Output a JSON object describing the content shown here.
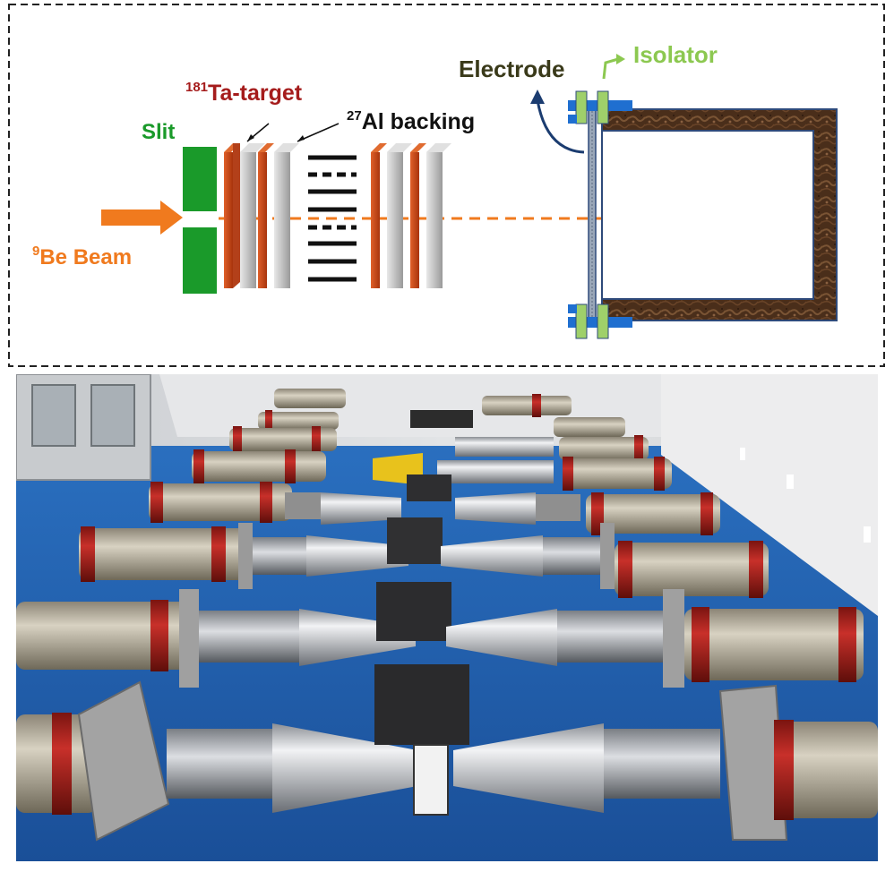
{
  "diagram": {
    "labels": {
      "slit": "Slit",
      "target_mass": "181",
      "target_name": "Ta-target",
      "backing_mass": "27",
      "backing_name": "Al backing",
      "beam_mass": "9",
      "beam_name": "Be Beam",
      "electrode": "Electrode",
      "isolator": "Isolator"
    },
    "colors": {
      "slit": "#1a9a2a",
      "target": "#cc4a16",
      "backing": "#c8c8c8",
      "beam": "#f07a1e",
      "electrode_text": "#3a3a1a",
      "isolator_text": "#8cc850",
      "chamber_wall": "#5a3a22",
      "flange": "#1f6fd0",
      "isolator_block": "#9fd06a"
    }
  },
  "photo": {
    "description_icon": "detector-array-photo"
  }
}
